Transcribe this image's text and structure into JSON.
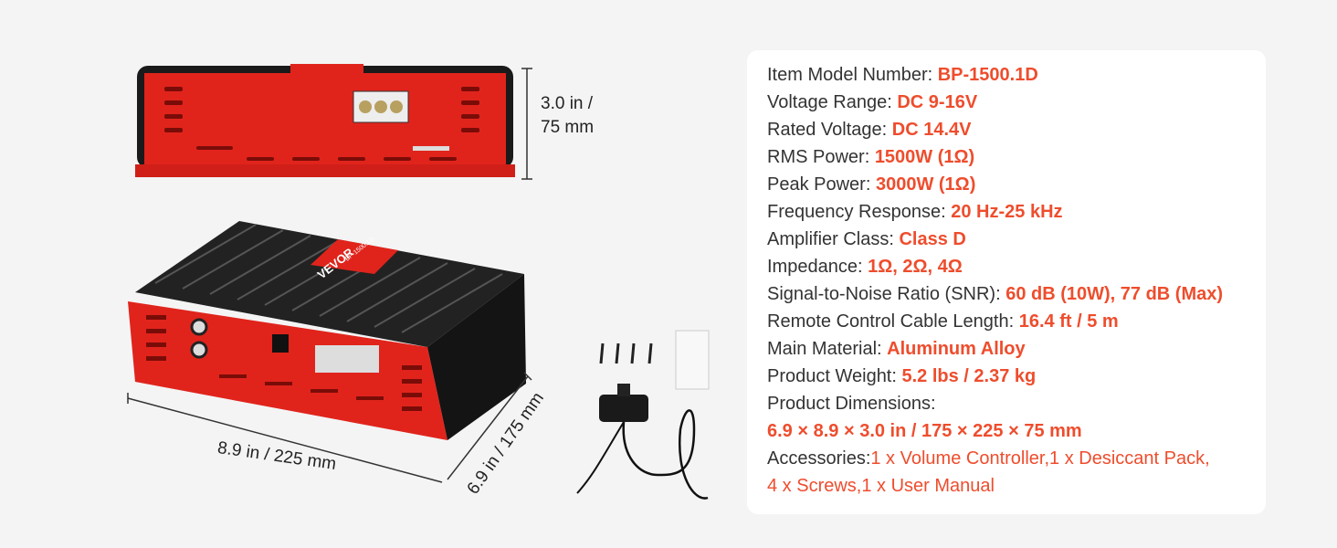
{
  "dimensions": {
    "height": [
      "3.0 in /",
      "75 mm"
    ],
    "length": "8.9 in / 225 mm",
    "width": "6.9 in / 175 mm"
  },
  "product": {
    "brand_logo": "VEVOR",
    "model_badge": "BP-1500.1D"
  },
  "specs": [
    {
      "label": "Item Model Number: ",
      "value": "BP-1500.1D"
    },
    {
      "label": "Voltage Range: ",
      "value": "DC 9-16V"
    },
    {
      "label": "Rated Voltage: ",
      "value": "DC 14.4V"
    },
    {
      "label": "RMS Power: ",
      "value": "1500W (1Ω)"
    },
    {
      "label": "Peak Power: ",
      "value": "3000W (1Ω)"
    },
    {
      "label": "Frequency Response: ",
      "value": "20 Hz-25 kHz"
    },
    {
      "label": "Amplifier Class: ",
      "value": "Class D"
    },
    {
      "label": "Impedance: ",
      "value": "1Ω, 2Ω, 4Ω"
    },
    {
      "label": "Signal-to-Noise Ratio (SNR): ",
      "value": "60 dB (10W), 77 dB (Max)"
    },
    {
      "label": "Remote Control Cable Length: ",
      "value": "16.4 ft / 5 m"
    },
    {
      "label": "Main Material: ",
      "value": "Aluminum Alloy"
    },
    {
      "label": "Product Weight: ",
      "value": "5.2 lbs / 2.37 kg"
    },
    {
      "label": "Product Dimensions:",
      "value": "6.9 × 8.9 × 3.0 in / 175 × 225 × 75 mm"
    },
    {
      "label": "Accessories:",
      "value": "1 x Volume Controller,1 x Desiccant Pack,",
      "value2": "4 x Screws,1 x User Manual"
    }
  ],
  "colors": {
    "accent": "#ee4d2d",
    "amp_red": "#e0241c",
    "heatsink": "#1c1c1c"
  }
}
